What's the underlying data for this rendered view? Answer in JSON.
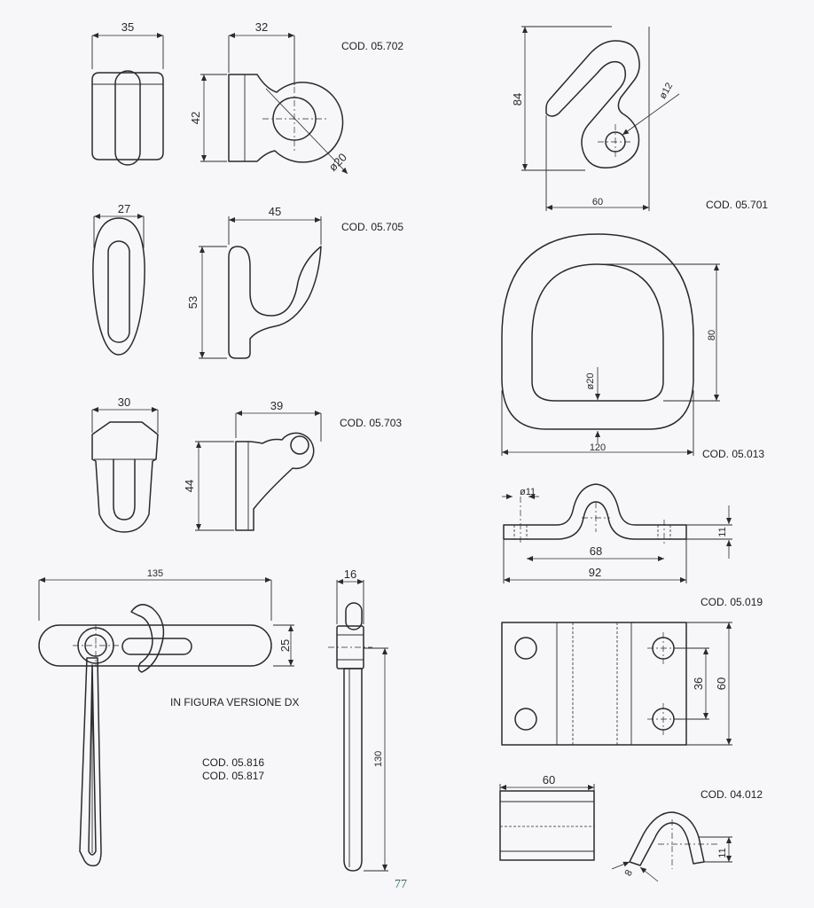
{
  "page_number": "77",
  "note": "IN FIGURA VERSIONE DX",
  "parts": [
    {
      "code": "COD. 05.702",
      "dims": {
        "width_front": "35",
        "width_side": "32",
        "height": "42",
        "hole_dia": "ø20"
      }
    },
    {
      "code": "COD. 05.705",
      "dims": {
        "width_front": "27",
        "width_side": "45",
        "height": "53"
      }
    },
    {
      "code": "COD. 05.703",
      "dims": {
        "width_front": "30",
        "width_side": "39",
        "height": "44"
      }
    },
    {
      "code": "COD. 05.701",
      "dims": {
        "height": "84",
        "width": "60",
        "hole_dia": "ø12"
      }
    },
    {
      "code": "COD. 05.013",
      "dims": {
        "height": "80",
        "width": "120",
        "bar_dia": "ø20"
      }
    },
    {
      "code": "COD. 05.019",
      "dims": {
        "hole_dia": "ø11",
        "height": "11",
        "inner": "68",
        "outer": "92"
      }
    },
    {
      "codes": [
        "COD. 05.816",
        "COD. 05.817"
      ],
      "dims": {
        "length": "135",
        "bar": "25",
        "thickness": "16",
        "handle": "130"
      }
    },
    {
      "code": "COD. 04.012",
      "dims": {
        "plate_height": "60",
        "spacing": "36",
        "length": "60",
        "height": "11",
        "wire": "8"
      }
    }
  ]
}
